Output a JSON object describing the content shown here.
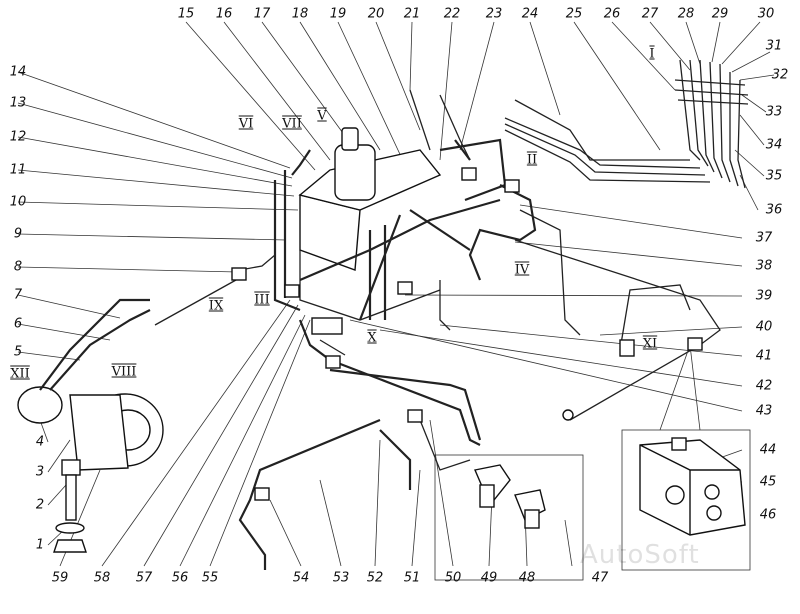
{
  "labels": [
    "1",
    "2",
    "3",
    "4",
    "5",
    "6",
    "7",
    "8",
    "9",
    "10",
    "11",
    "12",
    "13",
    "14",
    "15",
    "16",
    "17",
    "18",
    "19",
    "20",
    "21",
    "22",
    "23",
    "24",
    "25",
    "26",
    "27",
    "28",
    "29",
    "30",
    "31",
    "32",
    "33",
    "34",
    "35",
    "36",
    "37",
    "38",
    "39",
    "40",
    "41",
    "42",
    "43",
    "44",
    "45",
    "46",
    "47",
    "48",
    "49",
    "50",
    "51",
    "52",
    "53",
    "54",
    "55",
    "56",
    "57",
    "58",
    "59"
  ],
  "roman": [
    "I",
    "II",
    "III",
    "IV",
    "V",
    "VI",
    "VII",
    "VIII",
    "IX",
    "X",
    "XI",
    "XII"
  ],
  "watermark": "AutoSoft"
}
